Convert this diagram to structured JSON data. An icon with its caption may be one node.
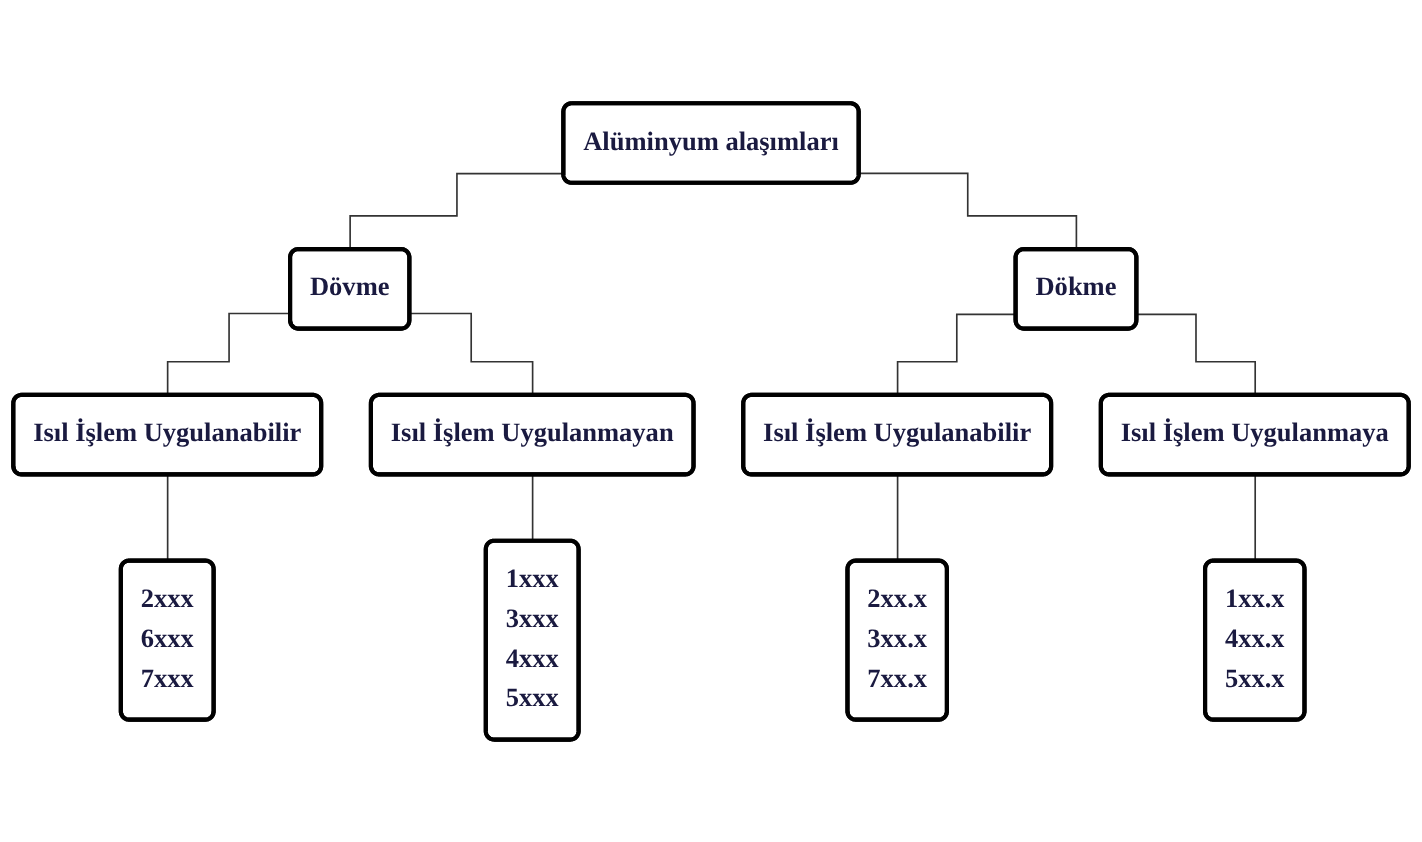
{
  "diagram": {
    "nodes": [
      {
        "text": [
          "Alüminyum alaşımları"
        ]
      },
      {
        "text": [
          "Dövme"
        ]
      },
      {
        "text": [
          "Dökme"
        ]
      },
      {
        "text": [
          "Isıl İşlem Uygulanabilir"
        ]
      },
      {
        "text": [
          "Isıl İşlem Uygulanmayan"
        ]
      },
      {
        "text": [
          "Isıl İşlem Uygulanabilir"
        ]
      },
      {
        "text": [
          "Isıl İşlem Uygulanmaya"
        ]
      },
      {
        "text": [
          "2xxx",
          "6xxx",
          "7xxx"
        ]
      },
      {
        "text": [
          "1xxx",
          "3xxx",
          "4xxx",
          "5xxx"
        ]
      },
      {
        "text": [
          "2xx.x",
          "3xx.x",
          "7xx.x"
        ]
      },
      {
        "text": [
          "1xx.x",
          "4xx.x",
          "5xx.x"
        ]
      }
    ],
    "edges": [
      {
        "from": 0,
        "to": 1,
        "arrow": "none"
      },
      {
        "from": 0,
        "to": 2,
        "arrow": "none"
      },
      {
        "from": 1,
        "to": 3,
        "arrow": "none"
      },
      {
        "from": 1,
        "to": 4,
        "arrow": "none"
      },
      {
        "from": 2,
        "to": 5,
        "arrow": "none"
      },
      {
        "from": 2,
        "to": 6,
        "arrow": "none"
      },
      {
        "from": 3,
        "to": 7,
        "arrow": "none"
      },
      {
        "from": 4,
        "to": 8,
        "arrow": "none"
      },
      {
        "from": 5,
        "to": 9,
        "arrow": "none"
      },
      {
        "from": 6,
        "to": 10,
        "arrow": "none"
      }
    ]
  }
}
